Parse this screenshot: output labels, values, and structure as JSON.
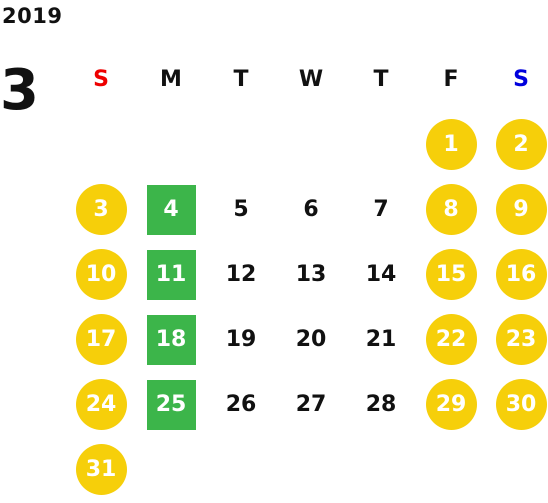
{
  "calendar": {
    "year": "2019",
    "month": "3",
    "weekdays": [
      "S",
      "M",
      "T",
      "W",
      "T",
      "F",
      "S"
    ],
    "weekday_colors": [
      "#ee0000",
      "#111111",
      "#111111",
      "#111111",
      "#111111",
      "#111111",
      "#0000dd"
    ],
    "colors": {
      "weekend": "#f6cf0a",
      "highlighted": "#3cb54a"
    },
    "weeks": [
      [
        null,
        null,
        null,
        null,
        null,
        {
          "day": "1",
          "type": "weekend"
        },
        {
          "day": "2",
          "type": "weekend"
        }
      ],
      [
        {
          "day": "3",
          "type": "weekend"
        },
        {
          "day": "4",
          "type": "highlighted"
        },
        {
          "day": "5",
          "type": "normal"
        },
        {
          "day": "6",
          "type": "normal"
        },
        {
          "day": "7",
          "type": "normal"
        },
        {
          "day": "8",
          "type": "weekend"
        },
        {
          "day": "9",
          "type": "weekend"
        }
      ],
      [
        {
          "day": "10",
          "type": "weekend"
        },
        {
          "day": "11",
          "type": "highlighted"
        },
        {
          "day": "12",
          "type": "normal"
        },
        {
          "day": "13",
          "type": "normal"
        },
        {
          "day": "14",
          "type": "normal"
        },
        {
          "day": "15",
          "type": "weekend"
        },
        {
          "day": "16",
          "type": "weekend"
        }
      ],
      [
        {
          "day": "17",
          "type": "weekend"
        },
        {
          "day": "18",
          "type": "highlighted"
        },
        {
          "day": "19",
          "type": "normal"
        },
        {
          "day": "20",
          "type": "normal"
        },
        {
          "day": "21",
          "type": "normal"
        },
        {
          "day": "22",
          "type": "weekend"
        },
        {
          "day": "23",
          "type": "weekend"
        }
      ],
      [
        {
          "day": "24",
          "type": "weekend"
        },
        {
          "day": "25",
          "type": "highlighted"
        },
        {
          "day": "26",
          "type": "normal"
        },
        {
          "day": "27",
          "type": "normal"
        },
        {
          "day": "28",
          "type": "normal"
        },
        {
          "day": "29",
          "type": "weekend"
        },
        {
          "day": "30",
          "type": "weekend"
        }
      ],
      [
        {
          "day": "31",
          "type": "weekend"
        },
        null,
        null,
        null,
        null,
        null,
        null
      ]
    ]
  }
}
